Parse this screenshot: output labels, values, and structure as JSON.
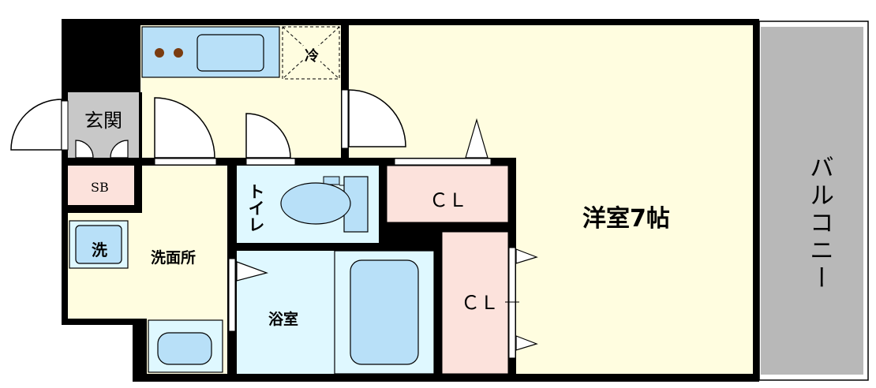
{
  "rooms": {
    "genkan": "玄関",
    "shoe_box": "SB",
    "washer": "洗",
    "washroom": "洗面所",
    "toilet": "トイレ",
    "bathroom": "浴室",
    "fridge": "冷",
    "closet_top": "ＣＬ",
    "closet_side": "ＣＬ",
    "western_room": "洋室7帖",
    "balcony": "バルコニー"
  },
  "colors": {
    "wall": "#000000",
    "balcony": "#b8b8b8",
    "western_room": "#fffde0",
    "kitchen_floor": "#fffde0",
    "wet_area": "#dff8ff",
    "appliance": "#b8e0f8",
    "closet": "#fce2dc",
    "genkan": "#c8c8c8",
    "stove": "#7a3c10"
  }
}
